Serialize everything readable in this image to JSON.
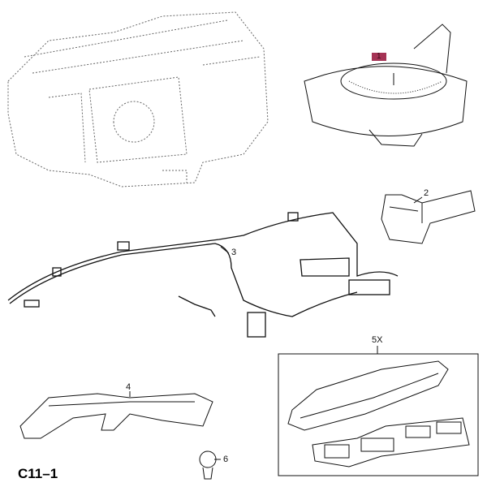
{
  "diagram": {
    "code": "C11–1",
    "highlight_color": "#a53355",
    "callouts": [
      {
        "id": "1",
        "label": "1",
        "part": "blower-motor",
        "highlighted": true
      },
      {
        "id": "2",
        "label": "2",
        "part": "blower-motor-resistor"
      },
      {
        "id": "3",
        "label": "3",
        "part": "wiring-harness"
      },
      {
        "id": "4",
        "label": "4",
        "part": "air-duct"
      },
      {
        "id": "5",
        "label": "5X",
        "part": "filter-seal-set"
      },
      {
        "id": "6",
        "label": "6",
        "part": "clip"
      }
    ]
  }
}
